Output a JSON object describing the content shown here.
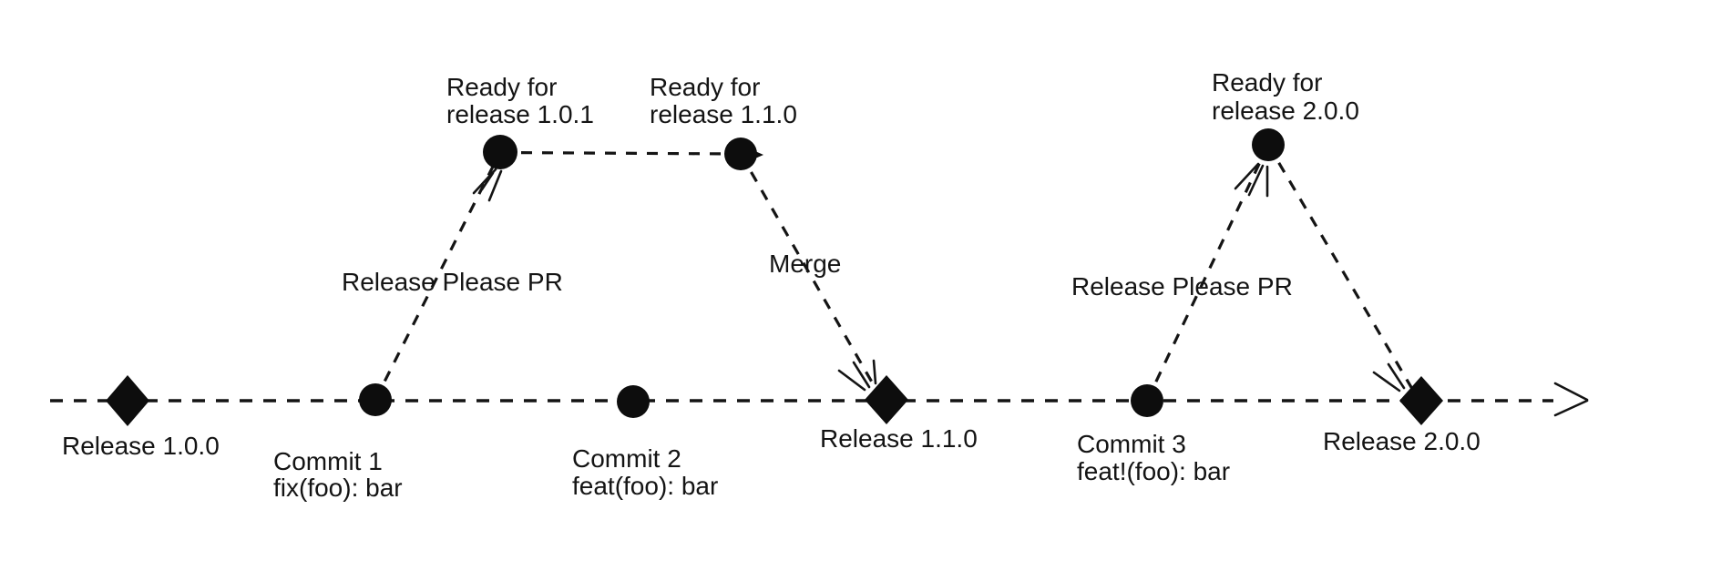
{
  "diagram": {
    "type": "git-release-timeline",
    "background_color": "#ffffff",
    "ink_color": "#141414",
    "releases": [
      {
        "label": "Release 1.0.0"
      },
      {
        "label": "Release 1.1.0"
      },
      {
        "label": "Release 2.0.0"
      }
    ],
    "commits": [
      {
        "title": "Commit 1",
        "message": "fix(foo): bar"
      },
      {
        "title": "Commit 2",
        "message": "feat(foo): bar"
      },
      {
        "title": "Commit 3",
        "message": "feat!(foo): bar"
      }
    ],
    "ready_nodes": [
      {
        "line1": "Ready for",
        "line2": "release 1.0.1"
      },
      {
        "line1": "Ready for",
        "line2": "release 1.1.0"
      },
      {
        "line1": "Ready for",
        "line2": "release 2.0.0"
      }
    ],
    "edge_labels": {
      "release_please_pr_left": "Release Please PR",
      "merge": "Merge",
      "release_please_pr_right": "Release Please PR"
    }
  }
}
